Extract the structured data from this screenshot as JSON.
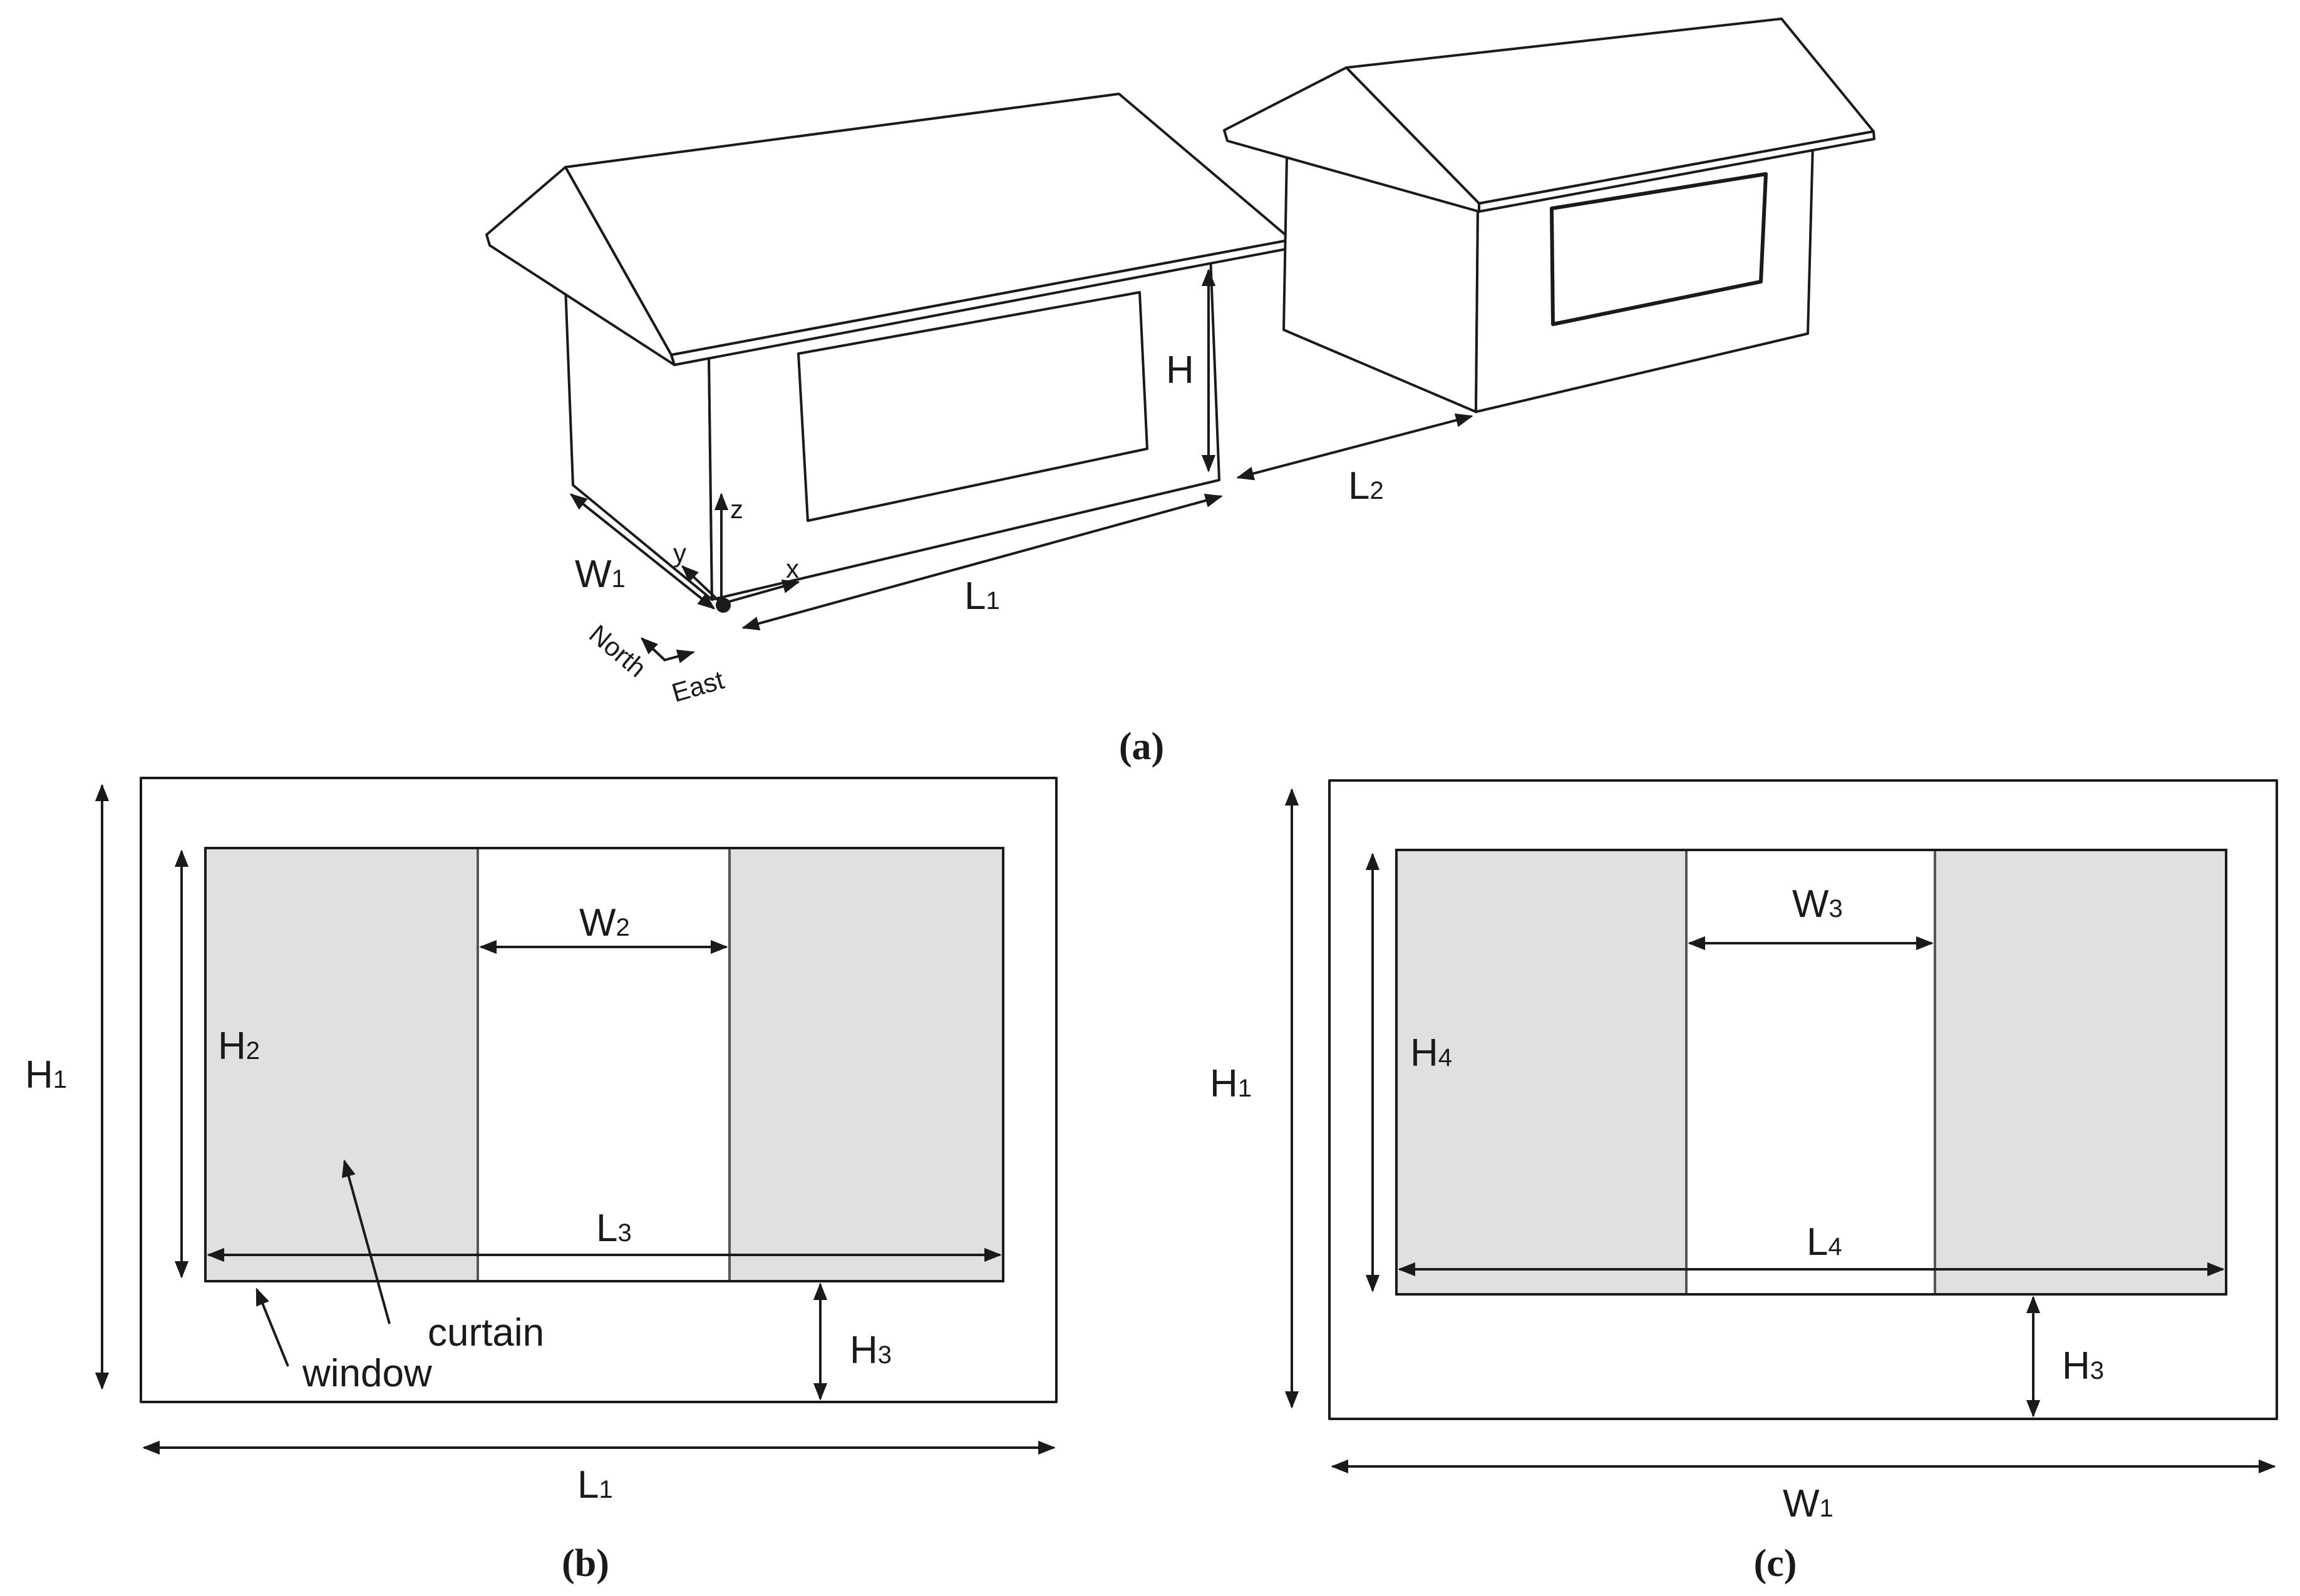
{
  "colors": {
    "line": "#1a1a1a",
    "curtain_fill": "#e0e0e0",
    "background": "#ffffff"
  },
  "panel_a": {
    "caption": "(a)",
    "dims": {
      "H": "H",
      "L1": "L",
      "L1_sub": "1",
      "L2": "L",
      "L2_sub": "2",
      "W1": "W",
      "W1_sub": "1"
    },
    "axes": {
      "x": "x",
      "y": "y",
      "z": "z"
    },
    "compass": {
      "north": "North",
      "east": "East"
    }
  },
  "panel_b": {
    "caption": "(b)",
    "labels": {
      "H1": "H",
      "H1_sub": "1",
      "H2": "H",
      "H2_sub": "2",
      "H3": "H",
      "H3_sub": "3",
      "W2": "W",
      "W2_sub": "2",
      "L3": "L",
      "L3_sub": "3",
      "L1": "L",
      "L1_sub": "1",
      "curtain": "curtain",
      "window": "window"
    }
  },
  "panel_c": {
    "caption": "(c)",
    "labels": {
      "H1": "H",
      "H1_sub": "1",
      "H4": "H",
      "H4_sub": "4",
      "H3": "H",
      "H3_sub": "3",
      "W3": "W",
      "W3_sub": "3",
      "L4": "L",
      "L4_sub": "4",
      "W1": "W",
      "W1_sub": "1"
    }
  }
}
